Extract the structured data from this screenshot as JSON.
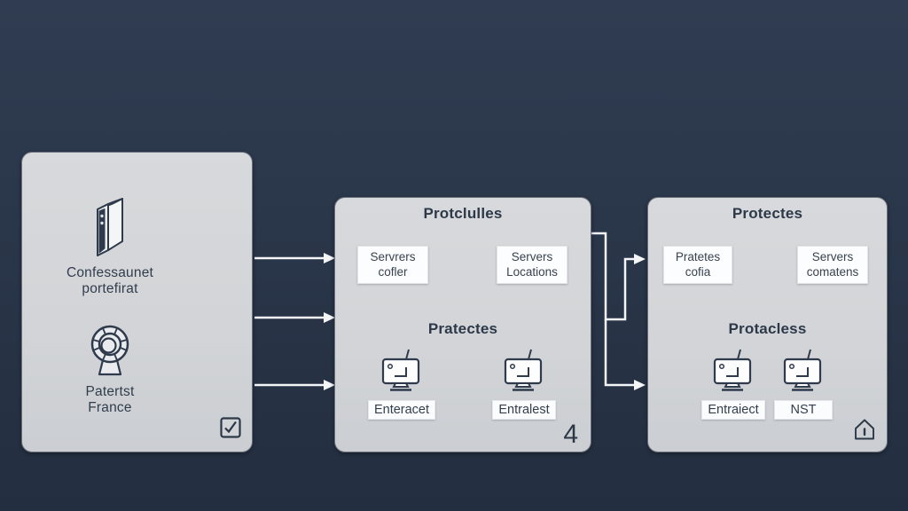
{
  "colors": {
    "background_top": "#303c51",
    "background_bottom": "#232f40",
    "panel_gray": "#d3d5d8",
    "ink_dark_navy": "#2e3a4b",
    "arrow_white": "#f3f5f7",
    "flow_box_white": "#fcfdfe"
  },
  "left_panel": {
    "items": [
      {
        "icon": "server-tower-icon",
        "label": "Confessaunet\nportefirat"
      },
      {
        "icon": "wheel-icon",
        "label": "Patertst\nFrance"
      }
    ],
    "corner_icon": "checkbox-checked-icon"
  },
  "middle_panel": {
    "title": "Protclulles",
    "flow_boxes": [
      "Servrers\ncofler",
      "Servers\nLocations"
    ],
    "subtitle": "Pratectes",
    "devices": [
      {
        "icon": "workstation-icon",
        "label": "Enteracet"
      },
      {
        "icon": "workstation-icon",
        "label": "Entralest"
      }
    ],
    "corner_text": "4"
  },
  "right_panel": {
    "title": "Protectes",
    "flow_boxes": [
      "Pratetes\ncofia",
      "Servers\ncomatens"
    ],
    "subtitle": "Protacless",
    "devices": [
      {
        "icon": "workstation-icon",
        "label": "Entraiect"
      },
      {
        "icon": "workstation-icon",
        "label": "NST"
      }
    ],
    "corner_icon": "home-icon"
  }
}
